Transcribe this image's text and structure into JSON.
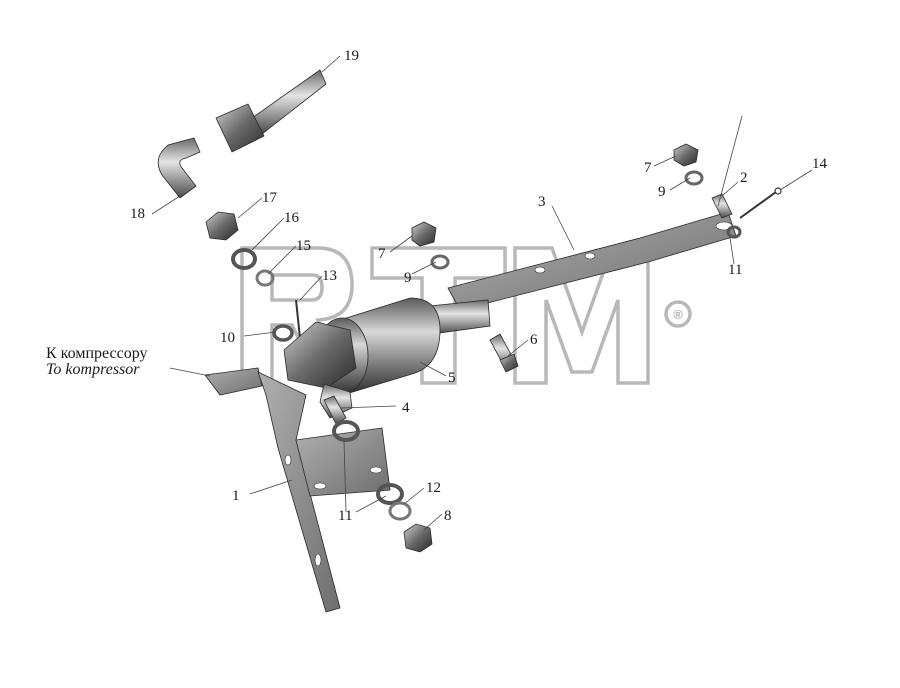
{
  "part_labels": [
    "1",
    "2",
    "3",
    "4",
    "5",
    "6",
    "7",
    "7",
    "8",
    "9",
    "9",
    "10",
    "11",
    "11",
    "12",
    "13",
    "14",
    "15",
    "16",
    "17",
    "18",
    "19"
  ],
  "callouts": {
    "compressor_ru": "К компрессору",
    "compressor_en": "To kompressor"
  },
  "watermark": {
    "text": "RTM",
    "registered_mark": "®"
  },
  "colors": {
    "metal_dark": "#3c3c3c",
    "metal_mid": "#8a8a8a",
    "metal_light": "#d0d0d0",
    "bracket": "#9a9a9a",
    "watermark": "#b8b8b8"
  }
}
